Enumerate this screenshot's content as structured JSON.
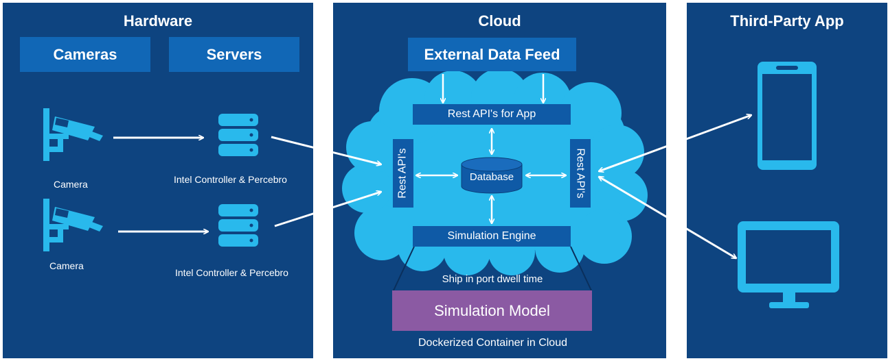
{
  "panels": {
    "hardware": {
      "title": "Hardware",
      "cameras_header": "Cameras",
      "servers_header": "Servers",
      "camera_label_1": "Camera",
      "camera_label_2": "Camera",
      "server_label_1": "Intel Controller & Percebro",
      "server_label_2": "Intel Controller & Percebro"
    },
    "cloud": {
      "title": "Cloud",
      "external_data_feed": "External Data Feed",
      "rest_api_app": "Rest API's for App",
      "rest_api_left": "Rest API's",
      "rest_api_right": "Rest API's",
      "database": "Database",
      "simulation_engine": "Simulation  Engine",
      "ship_dwell": "Ship in port dwell time",
      "simulation_model": "Simulation Model",
      "container_caption": "Dockerized Container in Cloud"
    },
    "third_party": {
      "title": "Third-Party App"
    }
  },
  "colors": {
    "panel_bg": "#0e4480",
    "header_box": "#1167b6",
    "cloud": "#29b9ec",
    "cloud_box": "#0f5aa6",
    "icon": "#29b9ec",
    "sim_model": "#8b5aa3",
    "arrow": "#ffffff"
  },
  "icons": [
    "camera-icon",
    "database-server-icon",
    "smartphone-icon",
    "monitor-icon"
  ]
}
